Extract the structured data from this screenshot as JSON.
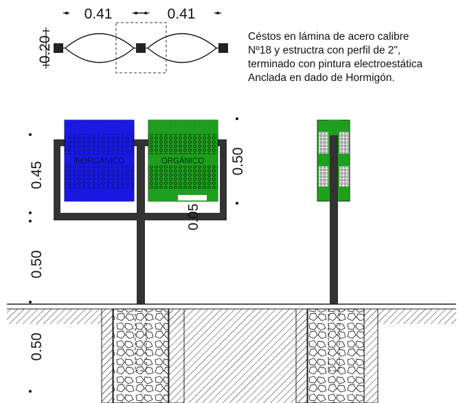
{
  "dimensions": {
    "top_width_left": "0.41",
    "top_width_right": "0.41",
    "top_depth": "0.20",
    "bin_height": "0.45",
    "bin_height_side": "0.50",
    "gap_small": "0.05",
    "post_height": "0.50",
    "footing_depth": "0.50"
  },
  "note": {
    "lines": [
      "Céstos en lámina de acero calibre",
      "Nº18 y estructra con perfil de 2\",",
      "terminado con pintura electroestática",
      "Anclada en dado de Hormigón."
    ]
  },
  "bins": {
    "left_label": "INORGÁNICO",
    "right_label": "ORGÁNICO"
  },
  "colors": {
    "inorganic": "#1a1ae6",
    "organic": "#1ea01e",
    "steel": "#333333",
    "hatch": "#222222"
  }
}
